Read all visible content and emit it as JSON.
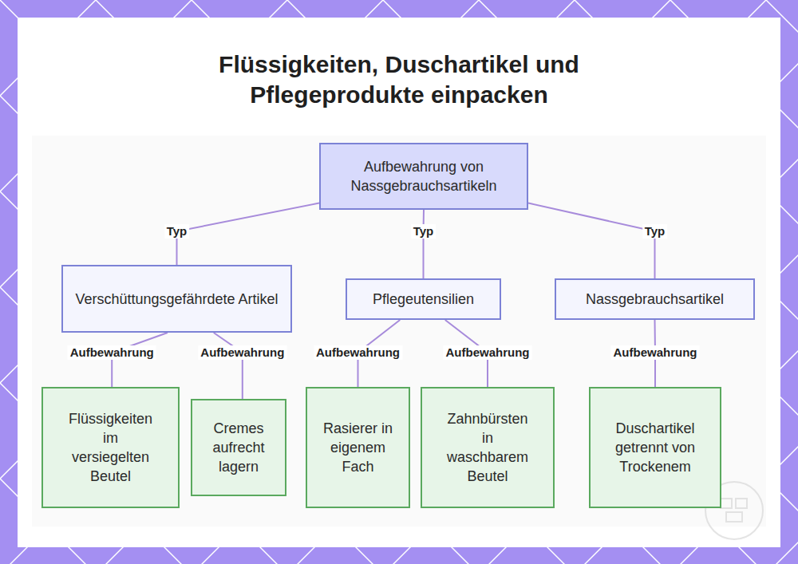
{
  "diagram": {
    "title": "Flüssigkeiten, Duschartikel und Pflegeprodukte einpacken",
    "nodes": [
      {
        "text": [
          "Aufbewahrung von Nassgebrauchsartikeln"
        ]
      },
      {
        "text": [
          "Verschüttungsgefährdete Artikel"
        ]
      },
      {
        "text": [
          "Pflegeutensilien"
        ]
      },
      {
        "text": [
          "Nassgebrauchsartikel"
        ]
      },
      {
        "text": [
          "Flüssigkeiten im versiegelten Beutel"
        ]
      },
      {
        "text": [
          "Cremes aufrecht lagern"
        ]
      },
      {
        "text": [
          "Rasierer in eigenem Fach"
        ]
      },
      {
        "text": [
          "Zahnbürsten in waschbarem Beutel"
        ]
      },
      {
        "text": [
          "Duschartikel getrennt von Trockenem"
        ]
      }
    ],
    "edges": [
      {
        "from": 0,
        "to": 1,
        "label": "Typ",
        "arrow": "none"
      },
      {
        "from": 0,
        "to": 2,
        "label": "Typ",
        "arrow": "none"
      },
      {
        "from": 0,
        "to": 3,
        "label": "Typ",
        "arrow": "none"
      },
      {
        "from": 1,
        "to": 4,
        "label": "Aufbewahrung",
        "arrow": "none"
      },
      {
        "from": 1,
        "to": 5,
        "label": "Aufbewahrung",
        "arrow": "none"
      },
      {
        "from": 2,
        "to": 6,
        "label": "Aufbewahrung",
        "arrow": "none"
      },
      {
        "from": 2,
        "to": 7,
        "label": "Aufbewahrung",
        "arrow": "none"
      },
      {
        "from": 3,
        "to": 8,
        "label": "Aufbewahrung",
        "arrow": "none"
      }
    ]
  }
}
